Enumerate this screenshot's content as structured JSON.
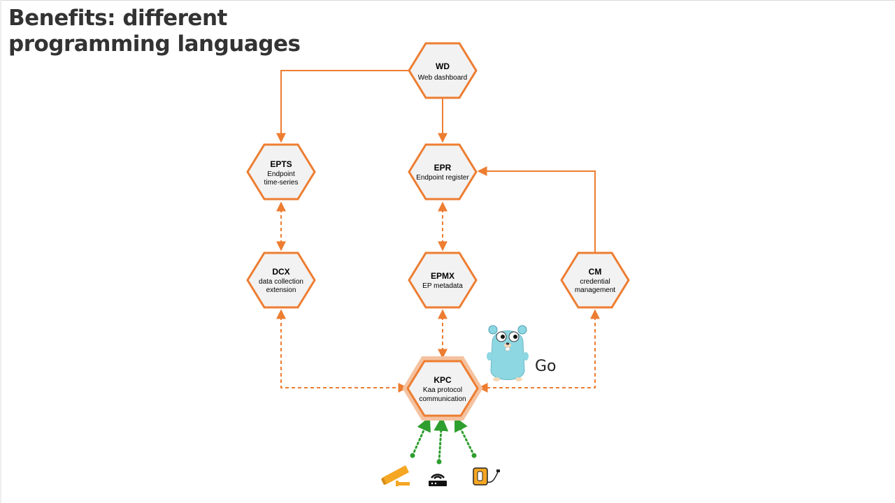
{
  "slide": {
    "title_line1": "Benefits: different",
    "title_line2": "programming languages"
  },
  "nodes": {
    "wd": {
      "id": "WD",
      "desc1": "Web dashboard"
    },
    "epts": {
      "id": "EPTS",
      "desc1": "Endpoint",
      "desc2": "time-series"
    },
    "epr": {
      "id": "EPR",
      "desc1": "Endpoint register"
    },
    "dcx": {
      "id": "DCX",
      "desc1": "data collection",
      "desc2": "extension"
    },
    "epmx": {
      "id": "EPMX",
      "desc1": "EP metadata"
    },
    "cm": {
      "id": "CM",
      "desc1": "credential",
      "desc2": "management"
    },
    "kpc": {
      "id": "KPC",
      "desc1": "Kaa protocol",
      "desc2": "communication"
    }
  },
  "language": {
    "label": "Go",
    "mascot": "gopher-icon"
  },
  "devices": [
    "security-camera-icon",
    "wifi-router-icon",
    "electric-kettle-icon"
  ],
  "colors": {
    "accent": "#ED7D31",
    "hex_fill": "#F2F2F2",
    "device_link": "#2E9E2E",
    "gopher": "#8DD7E3",
    "device_orange": "#F5A623"
  }
}
